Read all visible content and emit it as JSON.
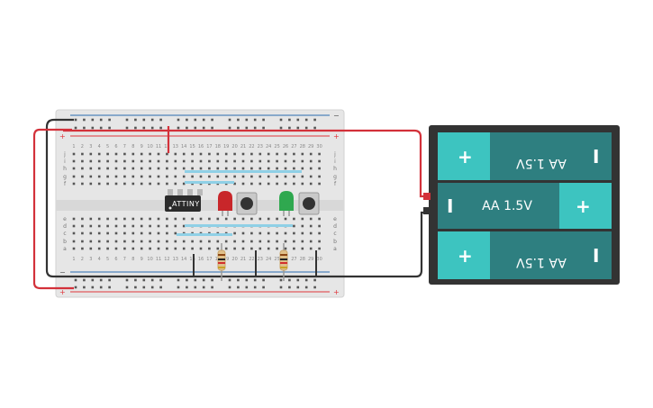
{
  "breadboard": {
    "column_numbers": [
      "1",
      "2",
      "3",
      "4",
      "5",
      "6",
      "7",
      "8",
      "9",
      "10",
      "11",
      "12",
      "13",
      "14",
      "15",
      "16",
      "17",
      "18",
      "19",
      "20",
      "21",
      "22",
      "23",
      "24",
      "25",
      "26",
      "27",
      "28",
      "29",
      "30"
    ],
    "row_letters_top": [
      "j",
      "i",
      "h",
      "g",
      "f"
    ],
    "row_letters_bottom": [
      "e",
      "d",
      "c",
      "b",
      "a"
    ],
    "rail_minus": "−",
    "rail_plus": "+"
  },
  "chip": {
    "label": "ATTINY"
  },
  "leds": [
    {
      "color": "#c8262a"
    },
    {
      "color": "#2fa84f"
    }
  ],
  "battery": {
    "cells": [
      {
        "label": "AA 1.5V",
        "plus": "+",
        "minus": "I"
      },
      {
        "label": "AA 1.5V",
        "plus": "+",
        "minus": "I"
      },
      {
        "label": "AA 1.5V",
        "plus": "+",
        "minus": "I"
      }
    ]
  },
  "colors": {
    "breadboard": "#e6e6e6",
    "rail_red": "#e0353b",
    "rail_blue": "#2b6cb0",
    "battery_case": "#333333",
    "cell_dark": "#2e7f80",
    "cell_light": "#3dc4c0",
    "wire_red": "#d3313a",
    "wire_black": "#333333"
  }
}
